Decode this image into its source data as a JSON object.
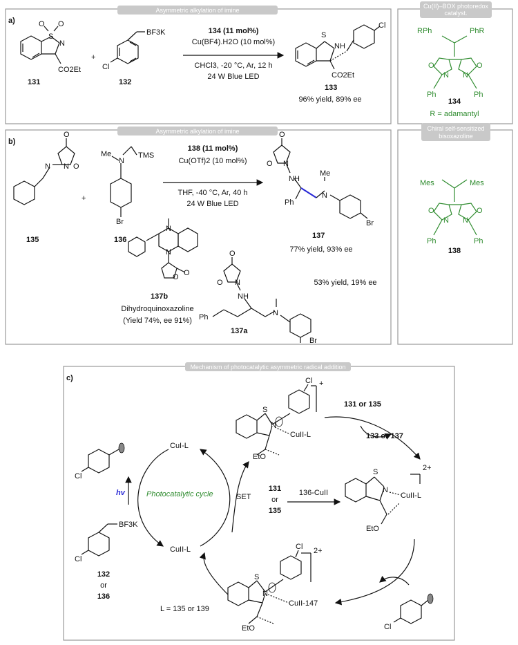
{
  "panel_a": {
    "label": "a)",
    "caption": "Asymmetric alkylation of imine",
    "reagent_labels": [
      "131",
      "132"
    ],
    "plus": "+",
    "conditions": [
      "134 (11 mol%)",
      "Cu(BF4).H2O (10 mol%)",
      "CHCl3, -20 °C, Ar, 12 h",
      "24 W Blue LED"
    ],
    "product_label": "133",
    "result": "96% yield, 89% ee",
    "atoms": {
      "so2": "S",
      "o": "O",
      "n": "N",
      "nh": "NH",
      "co2et": "CO2Et",
      "cl": "Cl",
      "bf3k": "BF3K"
    }
  },
  "panel_a_side": {
    "caption": [
      "Cu(II)–BOX photoredox",
      "catalyst."
    ],
    "substituent_left": "RPh",
    "substituent_right": "PhR",
    "compound_label": "134",
    "r_def": "R = adamantyl",
    "atoms": {
      "o": "O",
      "n": "N",
      "ph": "Ph"
    }
  },
  "panel_b": {
    "label": "b)",
    "caption": "Asymmetric alkylation of imine",
    "reagent_labels": [
      "135",
      "136"
    ],
    "plus": "+",
    "conditions": [
      "138 (11 mol%)",
      "Cu(OTf)2 (10 mol%)",
      "THF, -40 °C, Ar, 40 h",
      "24 W Blue LED"
    ],
    "product_label": "137",
    "result": "77% yield, 93% ee",
    "side_product_label": "137b",
    "side_product_name": "Dihydroquinoxazoline",
    "side_product_yield": "(Yield 74%, ee 91%)",
    "side_product2_label": "137a",
    "side_product2_result": "53% yield, 19% ee",
    "atoms": {
      "me": "Me",
      "tms": "TMS",
      "n": "N",
      "br": "Br",
      "nh": "NH",
      "ph": "Ph",
      "o": "O"
    }
  },
  "panel_b_side": {
    "caption": [
      "Chiral self-sensitized",
      "bisoxazoline"
    ],
    "substituent": "Mes",
    "compound_label": "138",
    "atoms": {
      "o": "O",
      "n": "N",
      "ph": "Ph"
    }
  },
  "panel_c": {
    "label": "c)",
    "caption": "Mechanism of photocatalytic asymmetric radical addition",
    "cycle_label": "Photocatalytic cycle",
    "cu1": "CuI-L",
    "cu2": "CuII-L",
    "set": "SET",
    "hv": "hv",
    "reagents_left": [
      "132",
      "or",
      "136"
    ],
    "ligand_def": "L = 135 or 139",
    "top_in": "131 or 135",
    "top_out": "133 or 137",
    "middle_left": [
      "131",
      "or",
      "135"
    ],
    "middle_arrow": "136-CuII",
    "bottom_complex": "CuII-147",
    "charge_plus": "+",
    "charge_2plus": "2+",
    "atoms": {
      "cl": "Cl",
      "bf3k": "BF3K",
      "n": "N",
      "s": "S",
      "o": "O",
      "eto": "EtO",
      "cu2l": "CuII-L"
    }
  }
}
